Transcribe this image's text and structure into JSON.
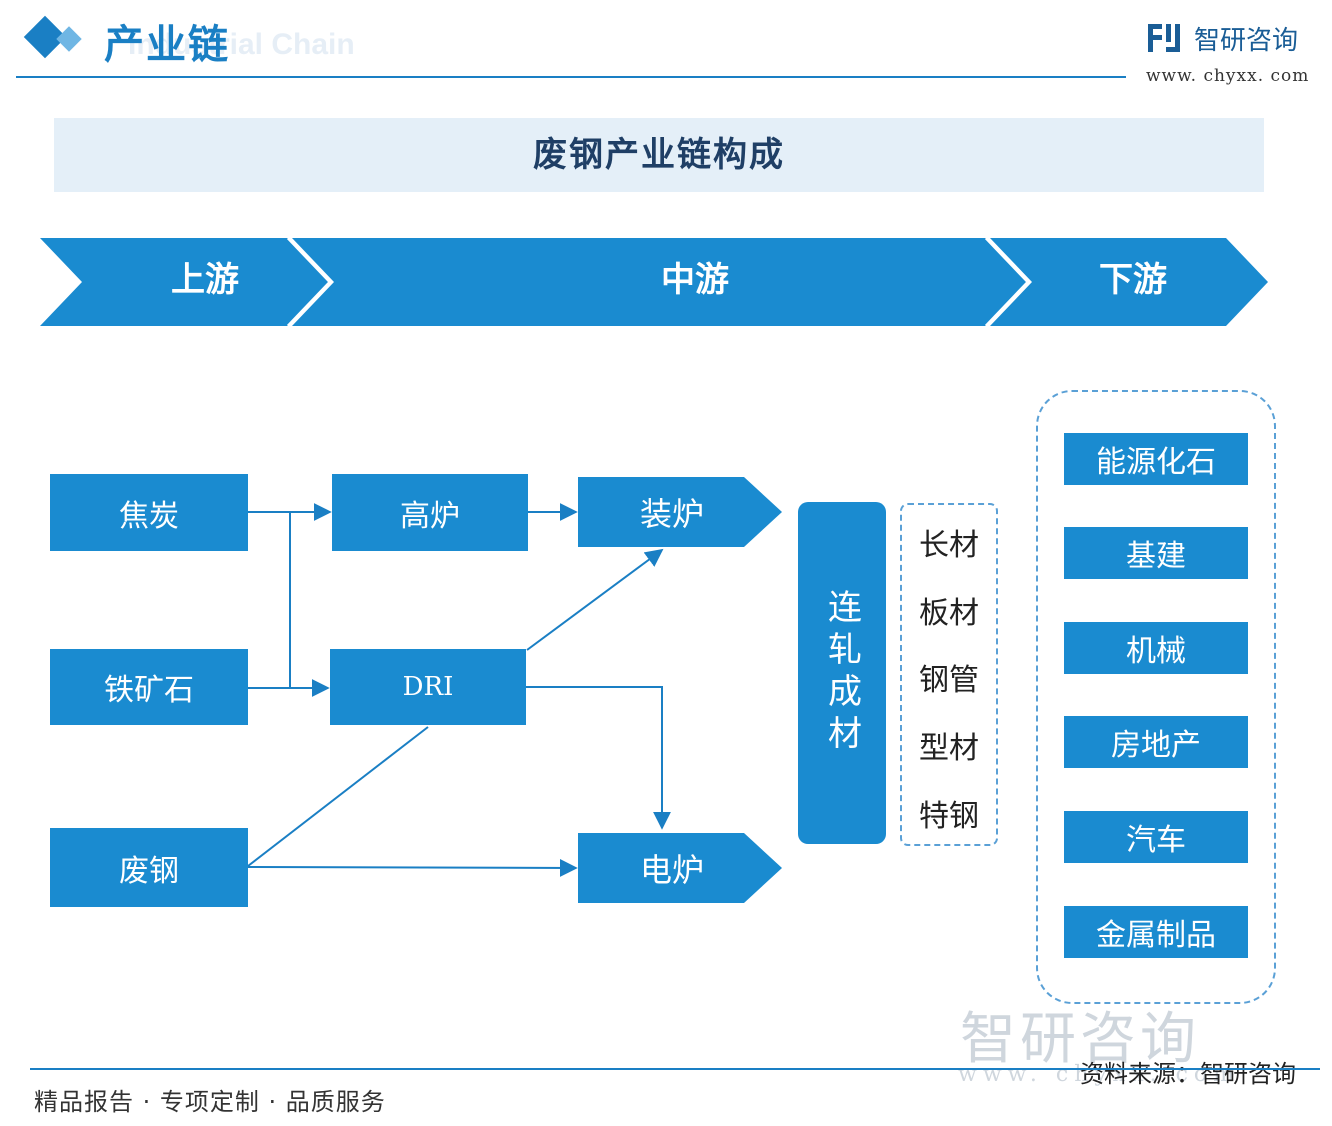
{
  "header": {
    "title": "产业链",
    "subtitle": "Industrial Chain",
    "brand_name": "智研咨询",
    "brand_url": "www. chyxx. com"
  },
  "banner": {
    "title": "废钢产业链构成"
  },
  "stages": [
    "上游",
    "中游",
    "下游"
  ],
  "nodes": {
    "coke": "焦炭",
    "iron_ore": "铁矿石",
    "scrap": "废钢",
    "blast_furnace": "高炉",
    "dri": "DRI",
    "charging_furnace": "装炉",
    "electric_furnace": "电炉",
    "rolling": "连轧成材"
  },
  "products": [
    "长材",
    "板材",
    "钢管",
    "型材",
    "特钢"
  ],
  "downstream": [
    "能源化石",
    "基建",
    "机械",
    "房地产",
    "汽车",
    "金属制品"
  ],
  "footer": {
    "slogan": "精品报告 · 专项定制 · 品质服务",
    "source": "资料来源：智研咨询",
    "watermark_name": "智研咨询",
    "watermark_url": "www. chyxx. com"
  },
  "colors": {
    "primary": "#1a8bd0",
    "arrow": "#1a7fc4",
    "banner": "#e4eff8",
    "title": "#1f3f66"
  }
}
